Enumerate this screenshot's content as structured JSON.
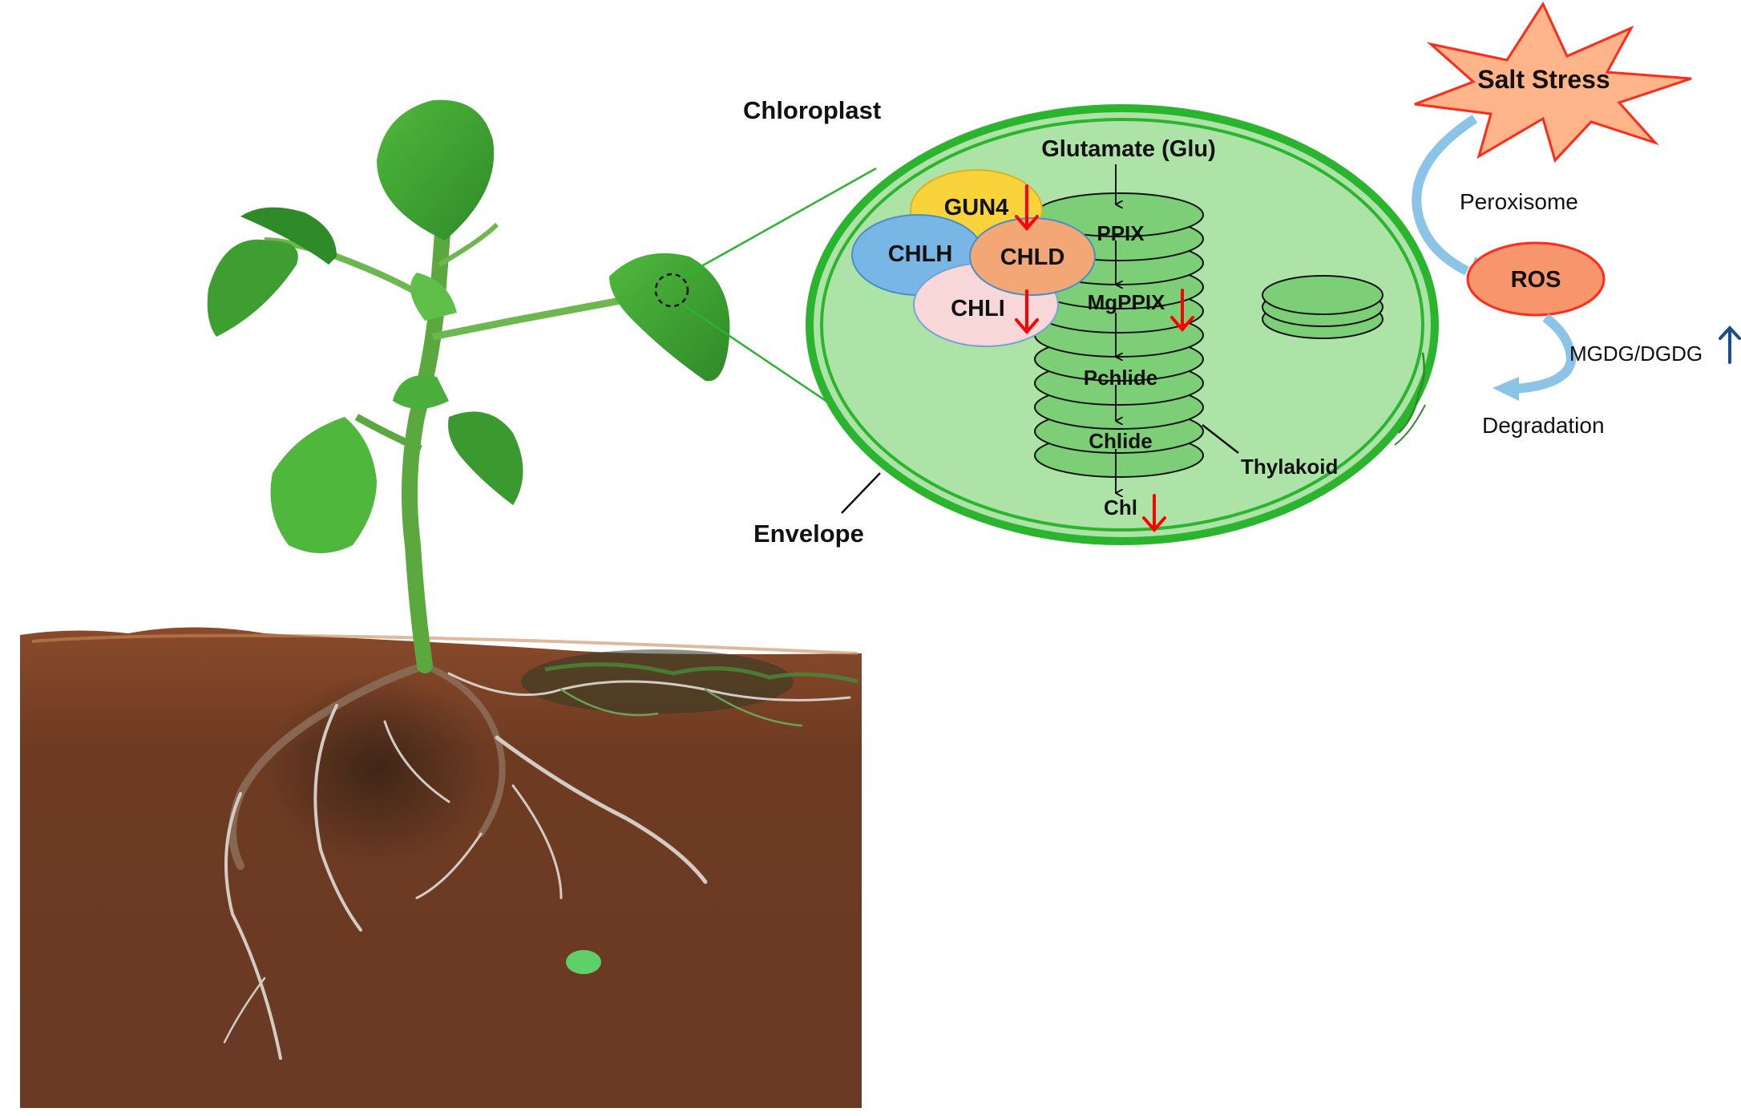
{
  "labels": {
    "chloroplast": "Chloroplast",
    "envelope": "Envelope",
    "thylakoid": "Thylakoid",
    "peroxisome": "Peroxisome",
    "degradation": "Degradation",
    "salt_stress": "Salt Stress",
    "ros": "ROS",
    "mgdg_dgdg": "MGDG/DGDG"
  },
  "pathway": {
    "source": "Glutamate (Glu)",
    "steps": [
      "PPIX",
      "MgPPIX",
      "Pchlide",
      "Chlide",
      "Chl"
    ]
  },
  "complex": {
    "gun4": "GUN4",
    "chlh": "CHLH",
    "chld": "CHLD",
    "chli": "CHLI"
  },
  "regulation": {
    "down": [
      "GUN4",
      "CHLI",
      "MgPPIX",
      "Chl"
    ],
    "up": [
      "MGDG/DGDG"
    ]
  },
  "colors": {
    "chloroplast_fill": "#aee3a8",
    "chloroplast_border": "#2bb52e",
    "thylakoid": "#7ccf77",
    "gun4": "#f8d43a",
    "chlh": "#78b6e6",
    "chld": "#f3a777",
    "chli": "#f7d7d7",
    "down_arrow": "#ff0000",
    "up_arrow": "#1a4e8a",
    "salt_fill": "#ffb48a",
    "salt_border": "#ff2a1a",
    "ros_fill": "#f7956c",
    "flow_arrow": "#8cc4e8",
    "soil": "#6e3f25"
  },
  "icons": [
    "plant-illustration",
    "down-arrow-icon",
    "up-arrow-icon",
    "starburst-icon"
  ]
}
